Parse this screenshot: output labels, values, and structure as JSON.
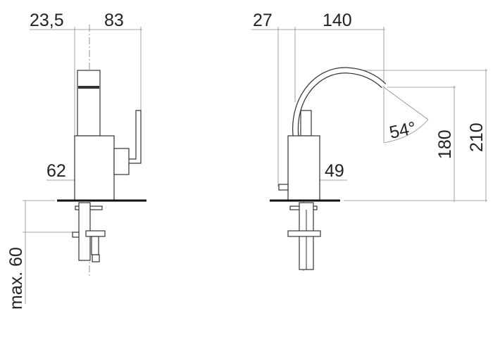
{
  "left_view": {
    "dim_top_left": "23,5",
    "dim_top_right": "83",
    "dim_body_width": "62",
    "dim_mount_depth": "max. 60"
  },
  "right_view": {
    "dim_top_left": "27",
    "dim_top_right": "140",
    "dim_body_width": "49",
    "dim_angle": "54°",
    "dim_spout_height": "180",
    "dim_total_height": "210"
  }
}
